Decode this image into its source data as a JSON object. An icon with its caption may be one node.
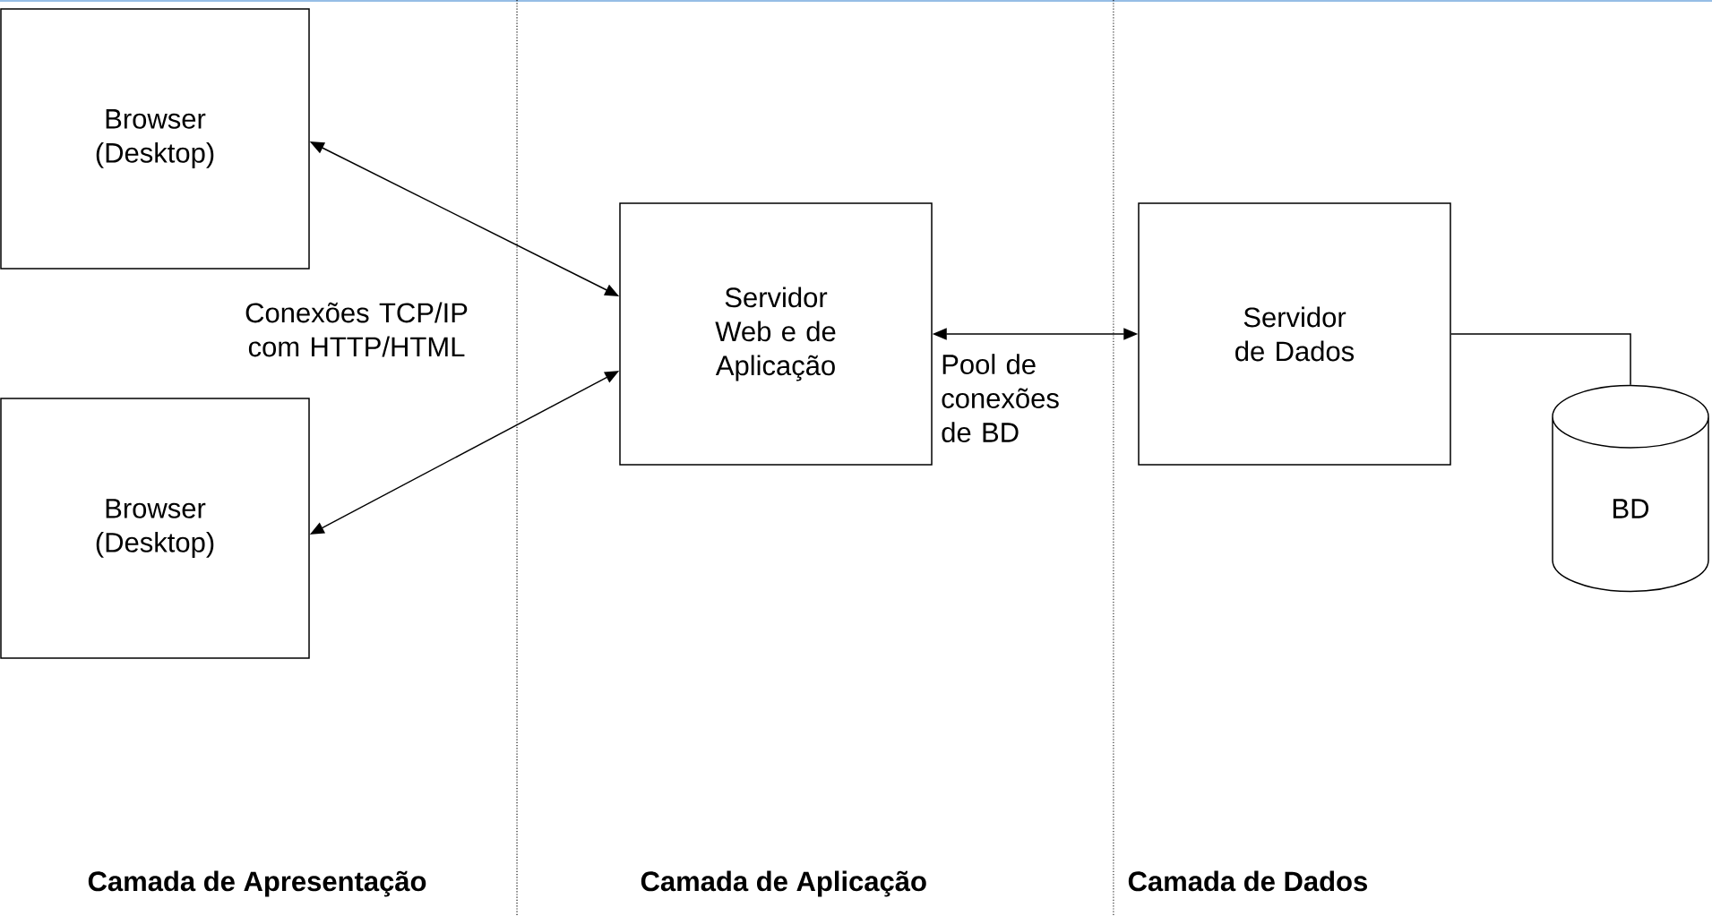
{
  "diagram": {
    "nodes": [
      {
        "text": [
          "Browser (Desktop)"
        ]
      },
      {
        "text": [
          "Browser (Desktop)"
        ]
      },
      {
        "text": [
          "Servidor Web e de Aplicação"
        ]
      },
      {
        "text": [
          "Servidor de Dados"
        ]
      },
      {
        "text": [
          "BD"
        ]
      }
    ],
    "edges": [
      {
        "from": 0,
        "to": 2,
        "arrow": "both"
      },
      {
        "from": 1,
        "to": 2,
        "arrow": "both"
      },
      {
        "from": 2,
        "to": 3,
        "arrow": "both",
        "label": "Pool de conexões de BD"
      },
      {
        "from": 3,
        "to": 4,
        "arrow": "none"
      }
    ],
    "labels": [
      "Conexões TCP/IP com HTTP/HTML",
      "Camada de Apresentação",
      "Camada de Aplicação",
      "Camada de Dados"
    ]
  }
}
